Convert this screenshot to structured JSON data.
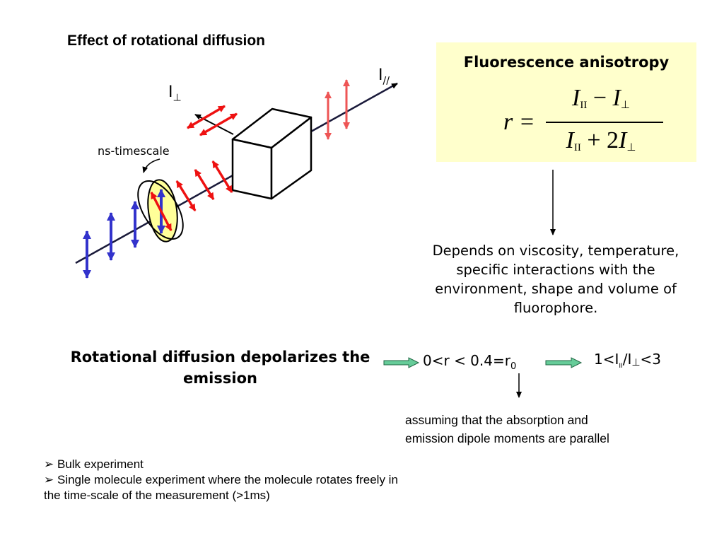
{
  "slide": {
    "title": "Effect of rotational diffusion",
    "label_i_parallel": "I",
    "label_i_parallel_sub": "//",
    "label_i_perp": "I",
    "label_i_perp_sub": "⊥",
    "label_ns_timescale": "ns-timescale",
    "box": {
      "title": "Fluorescence anisotropy",
      "formula_lhs": "r =",
      "numerator_i1": "I",
      "numerator_sub1": "II",
      "numerator_op": " − ",
      "numerator_i2": "I",
      "numerator_sub2": "⊥",
      "denominator_i1": "I",
      "denominator_sub1": "II",
      "denominator_op": " + 2",
      "denominator_i2": "I",
      "denominator_sub2": "⊥"
    },
    "depends_text": "Depends on viscosity, temperature, specific interactions with the environment, shape and volume of fluorophore.",
    "rotational_statement": "Rotational diffusion depolarizes the emission",
    "range_text": "0<r < 0.4=r",
    "range_sub": "0",
    "ratio_prefix": "1<I",
    "ratio_sub": "II",
    "ratio_mid": "/I",
    "ratio_perp": "⊥",
    "ratio_suffix": "<3",
    "assumption_line1": "assuming that  the absorption and",
    "assumption_line2": "emission dipole moments are parallel",
    "bullet_marker": "➢",
    "bullet1": "Bulk experiment",
    "bullet2_line1": "Single molecule experiment where the molecule rotates freely in",
    "bullet2_line2": "the time-scale of the measurement (>1ms)",
    "colors": {
      "box_bg": "#ffffcc",
      "blue_arrow": "#3333cc",
      "red_arrow": "#ee1111",
      "pink_arrow": "#ee5555",
      "ellipse_fill": "#ffff99",
      "green_arrow": "#66cc99"
    }
  }
}
